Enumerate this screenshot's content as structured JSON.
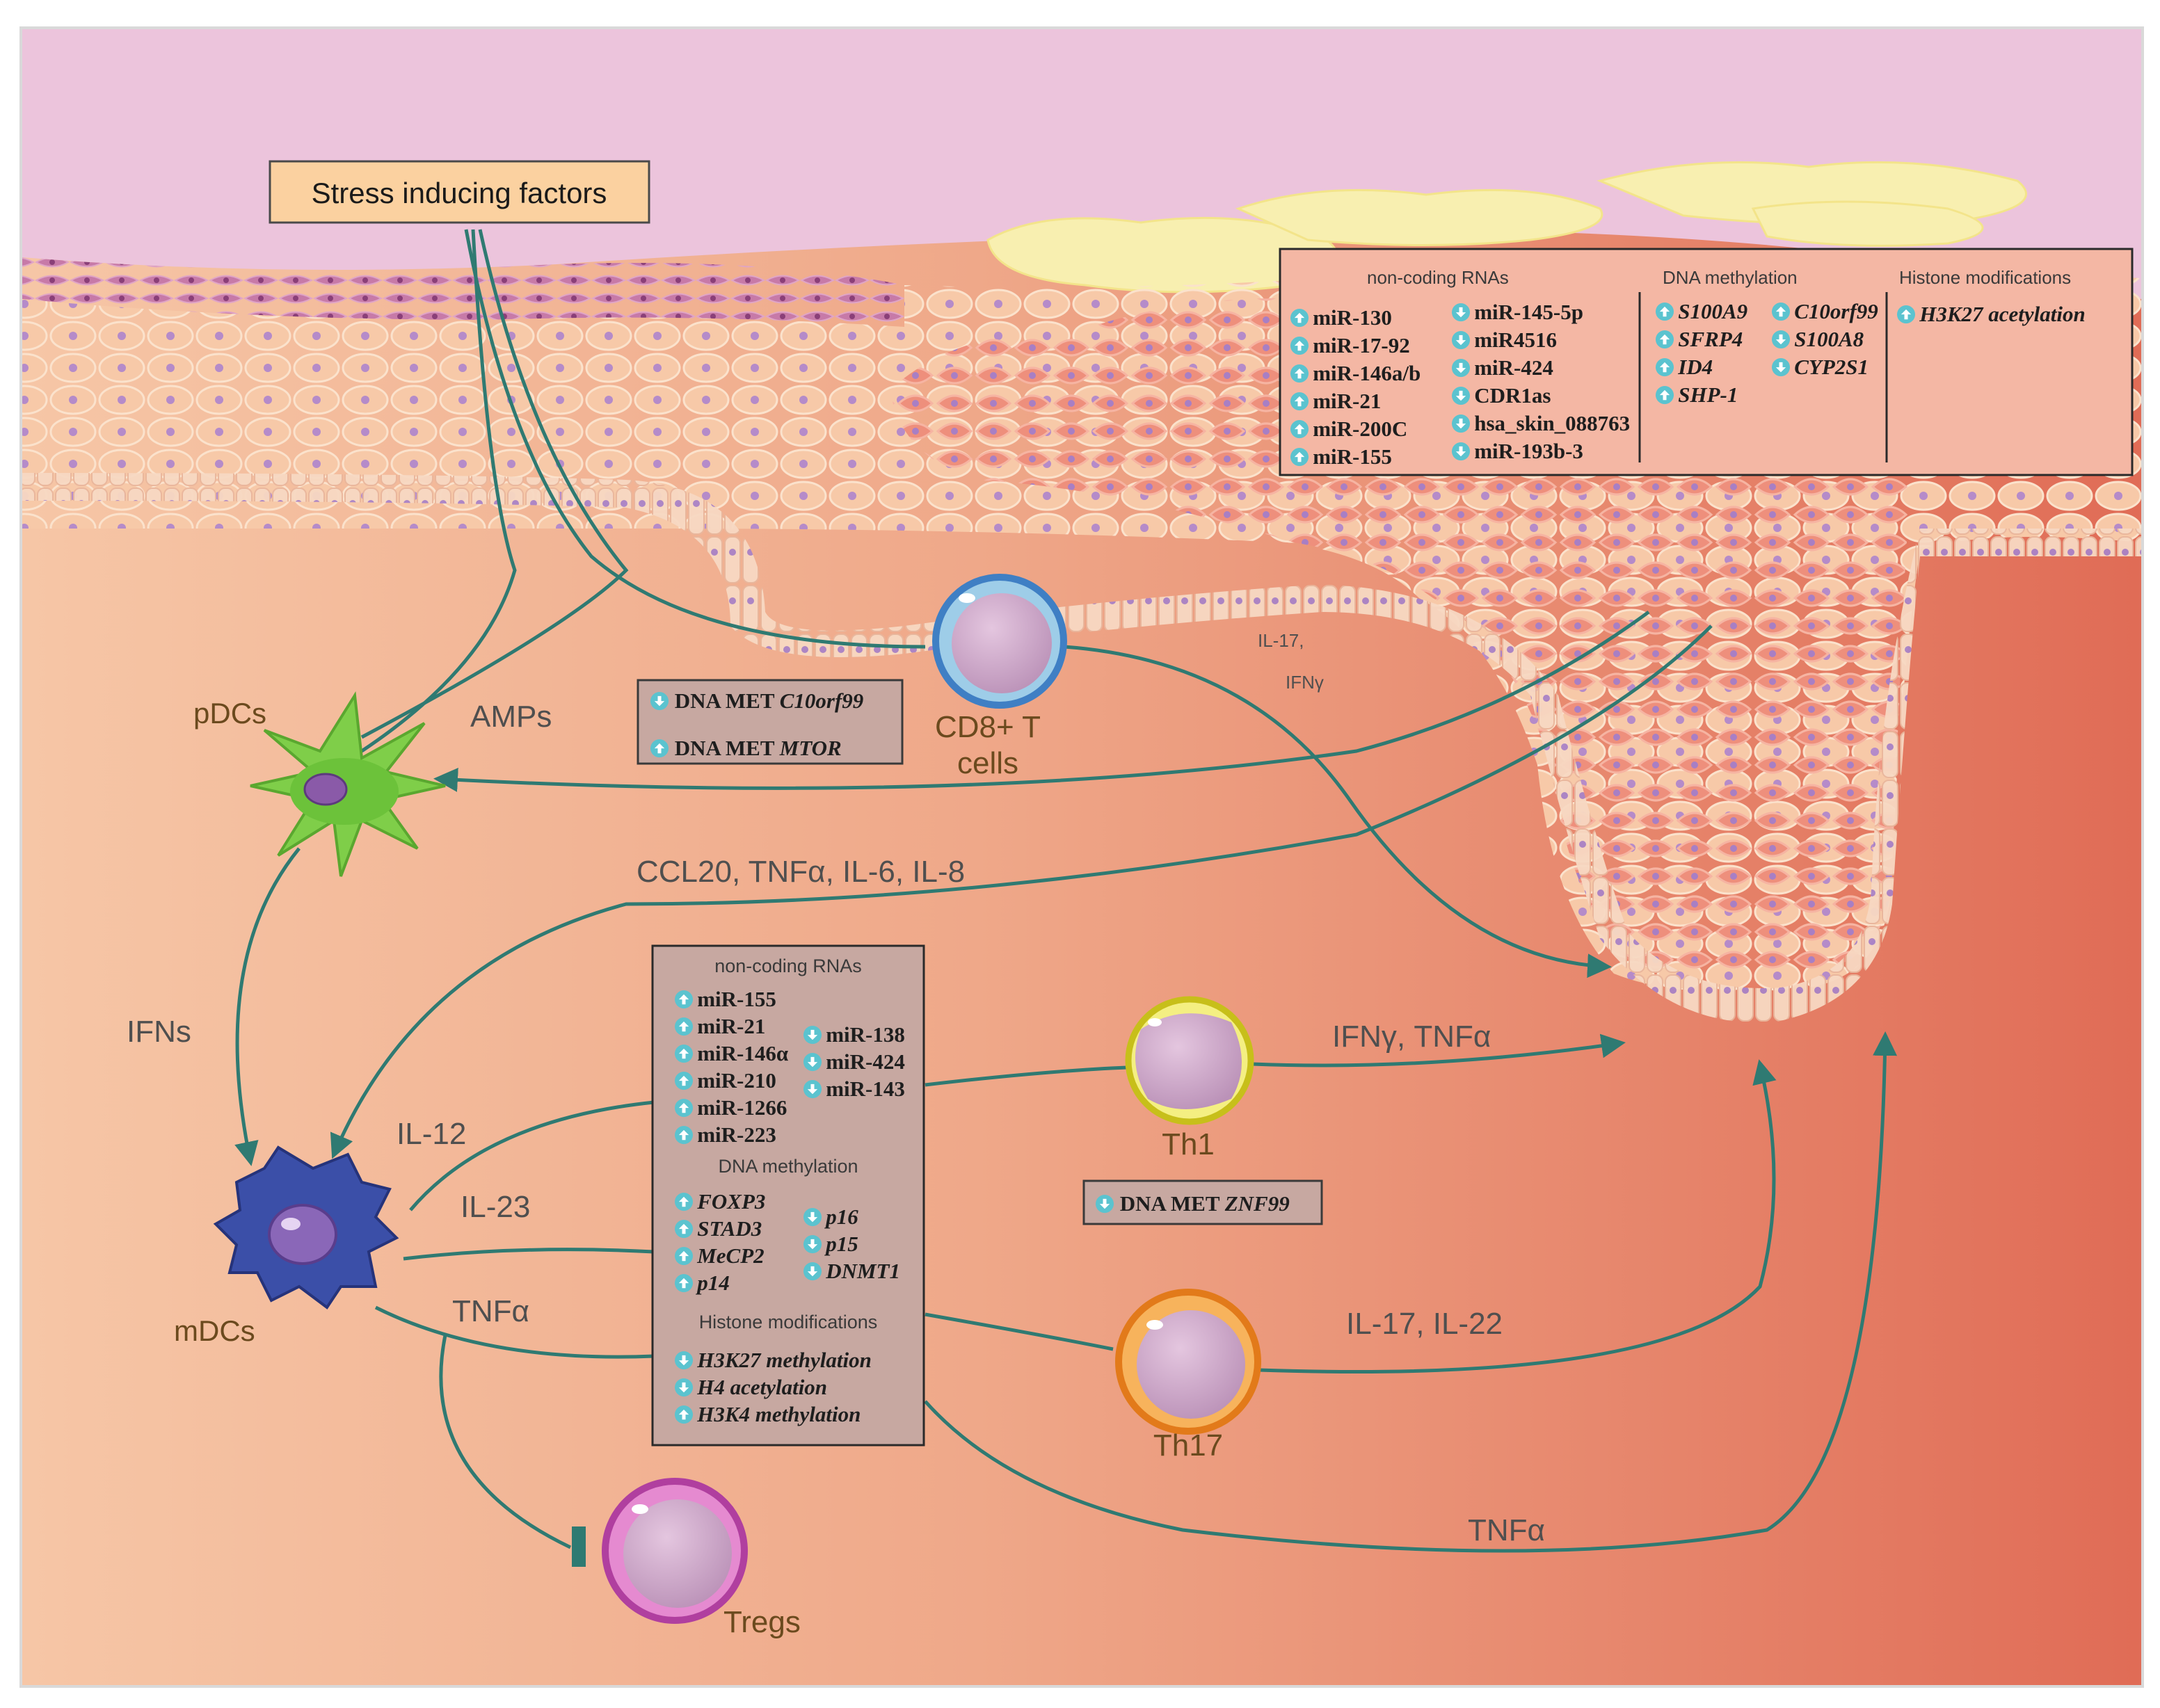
{
  "stress": "Stress inducing factors",
  "cells": {
    "pdcs": "pDCs",
    "mdcs": "mDCs",
    "cd8_l1": "CD8+ T",
    "cd8_l2": "cells",
    "th1": "Th1",
    "th17": "Th17",
    "tregs": "Tregs"
  },
  "signals": {
    "amps": "AMPs",
    "ifns": "IFNs",
    "ccl20": "CCL20, TNFα, IL-6, IL-8",
    "il17_l1": "IL-17,",
    "il17_l2": "IFNγ",
    "il12": "IL-12",
    "il23": "IL-23",
    "tnfa_mdc": "TNFα",
    "ifng_tnfa": "IFNγ, TNFα",
    "il17_il22": "IL-17, IL-22",
    "tnfa_bottom": "TNFα"
  },
  "box_cd8": {
    "items": [
      {
        "dir": "down",
        "prefix": "DNA MET ",
        "gene": "C10orf99"
      },
      {
        "dir": "up",
        "prefix": "DNA MET ",
        "gene": "MTOR"
      }
    ]
  },
  "box_th1": {
    "item": {
      "dir": "down",
      "prefix": "DNA MET ",
      "gene": "ZNF99"
    }
  },
  "box_top": {
    "ncrna_head": "non-coding RNAs",
    "dna_head": "DNA methylation",
    "histone_head": "Histone modifications",
    "ncrna_col1": [
      {
        "dir": "up",
        "text": "miR-130"
      },
      {
        "dir": "up",
        "text": "miR-17-92"
      },
      {
        "dir": "up",
        "text": "miR-146a/b"
      },
      {
        "dir": "up",
        "text": "miR-21"
      },
      {
        "dir": "up",
        "text": "miR-200C"
      },
      {
        "dir": "up",
        "text": "miR-155"
      }
    ],
    "ncrna_col2": [
      {
        "dir": "down",
        "text": "miR-145-5p"
      },
      {
        "dir": "down",
        "text": "miR4516"
      },
      {
        "dir": "down",
        "text": "miR-424"
      },
      {
        "dir": "down",
        "text": "CDR1as"
      },
      {
        "dir": "down",
        "text": "hsa_skin_088763"
      },
      {
        "dir": "down",
        "text": "miR-193b-3"
      }
    ],
    "dna_col1": [
      {
        "dir": "up",
        "text": "S100A9"
      },
      {
        "dir": "up",
        "text": "SFRP4"
      },
      {
        "dir": "up",
        "text": "ID4"
      },
      {
        "dir": "up",
        "text": "SHP-1"
      }
    ],
    "dna_col2": [
      {
        "dir": "up",
        "text": "C10orf99"
      },
      {
        "dir": "down",
        "text": "S100A8"
      },
      {
        "dir": "down",
        "text": "CYP2S1"
      }
    ],
    "histone": [
      {
        "dir": "up",
        "text": "H3K27 acetylation"
      }
    ]
  },
  "box_mid": {
    "ncrna_head": "non-coding RNAs",
    "dna_head": "DNA methylation",
    "histone_head": "Histone modifications",
    "ncrna_col1": [
      {
        "dir": "up",
        "text": "miR-155"
      },
      {
        "dir": "up",
        "text": "miR-21"
      },
      {
        "dir": "up",
        "text": "miR-146α"
      },
      {
        "dir": "up",
        "text": "miR-210"
      },
      {
        "dir": "up",
        "text": "miR-1266"
      },
      {
        "dir": "up",
        "text": "miR-223"
      }
    ],
    "ncrna_col2": [
      {
        "dir": "down",
        "text": "miR-138"
      },
      {
        "dir": "down",
        "text": "miR-424"
      },
      {
        "dir": "down",
        "text": "miR-143"
      }
    ],
    "dna_col1": [
      {
        "dir": "up",
        "text": "FOXP3"
      },
      {
        "dir": "up",
        "text": "STAD3"
      },
      {
        "dir": "up",
        "text": "MeCP2"
      },
      {
        "dir": "up",
        "text": "p14"
      }
    ],
    "dna_col2": [
      {
        "dir": "down",
        "text": "p16"
      },
      {
        "dir": "down",
        "text": "p15"
      },
      {
        "dir": "down",
        "text": "DNMT1"
      }
    ],
    "histone": [
      {
        "dir": "down",
        "text": "H3K27 methylation"
      },
      {
        "dir": "down",
        "text": "H4 acetylation"
      },
      {
        "dir": "up",
        "text": "H3K4 methylation"
      }
    ]
  }
}
